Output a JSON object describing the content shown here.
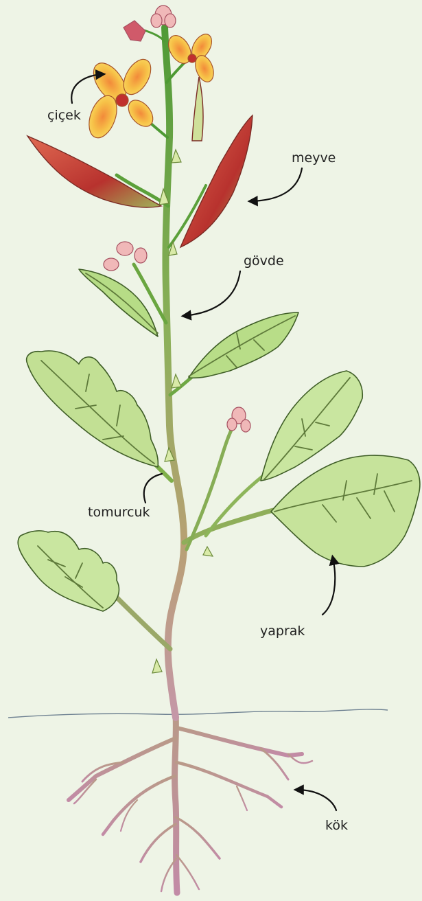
{
  "diagram": {
    "labels": {
      "flower": "çiçek",
      "fruit": "meyve",
      "stem": "gövde",
      "bud": "tomurcuk",
      "leaf": "yaprak",
      "root": "kök"
    },
    "colors": {
      "background": "#eef4e6",
      "leaf_fill": "#c9e6a0",
      "leaf_vein": "#5e7a3a",
      "stem_upper": "#6aa63c",
      "stem_lower": "#c497a6",
      "flower_petal": "#f6c94a",
      "flower_center": "#c0302e",
      "fruit_pod": "#c94a3c",
      "bud_pink": "#f0b8b8"
    }
  }
}
